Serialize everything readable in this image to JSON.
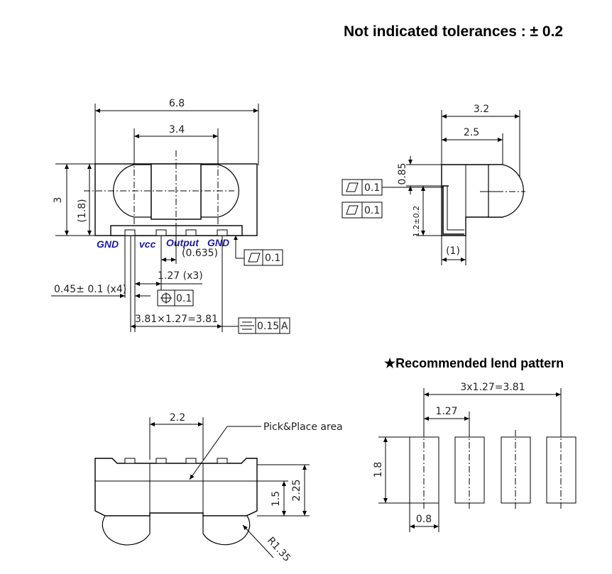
{
  "header": {
    "tolerance_note": "Not indicated tolerances : ± 0.2"
  },
  "front_view": {
    "width_total": "6.8",
    "lens_spacing": "3.4",
    "height": "3",
    "lens_height": "(1.8)",
    "pins": [
      "GND",
      "vcc",
      "Output",
      "GND"
    ],
    "pin_offset": "(0.635)",
    "pin_pitch": "1.27 (x3)",
    "pin_width": "0.45± 0.1 (x4)",
    "position_tol": "0.1",
    "span": "3.81×1.27=3.81",
    "flatness_tol": "0.1",
    "symmetry_tol": "0.15",
    "symmetry_datum": "A"
  },
  "side_view": {
    "width_total": "3.2",
    "body_width": "2.5",
    "top_offset": "0.85",
    "lead_height": "1.2±0.2",
    "lead_width": "(1)",
    "flat_tol_1": "0.1",
    "flat_tol_2": "0.1"
  },
  "bottom_view": {
    "pick_width": "2.2",
    "pick_label": "Pick&Place area",
    "height_a": "1.5",
    "height_b": "2.25",
    "radius": "R1.35"
  },
  "land_pattern": {
    "title": "★Recommended lend pattern",
    "span": "3x1.27=3.81",
    "pitch": "1.27",
    "pad_height": "1.8",
    "pad_width": "0.8"
  }
}
